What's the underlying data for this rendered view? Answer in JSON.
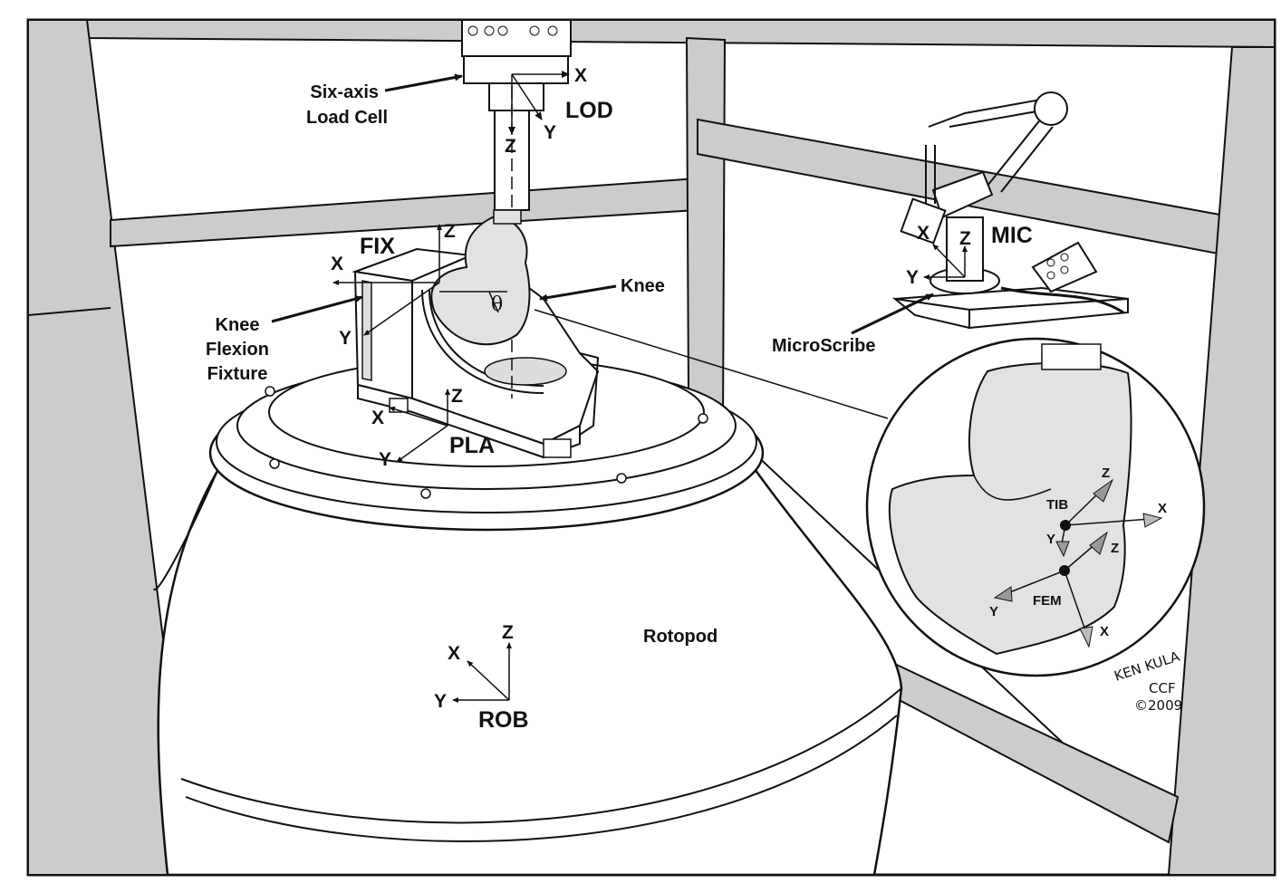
{
  "labels": {
    "load_cell": "Six-axis Load Cell",
    "load_cell_line1": "Six-axis",
    "load_cell_line2": "Load Cell",
    "lod": "LOD",
    "fix": "FIX",
    "knee": "Knee",
    "knee_fixture_line1": "Knee",
    "knee_fixture_line2": "Flexion",
    "knee_fixture_line3": "Fixture",
    "pla": "PLA",
    "rob": "ROB",
    "mic": "MIC",
    "microscribe": "MicroScribe",
    "rotopod": "Rotopod",
    "tib": "TIB",
    "fem": "FEM",
    "theta": "θ"
  },
  "axes": {
    "x": "X",
    "y": "Y",
    "z": "Z"
  },
  "signature": {
    "line1": "KEN KULA",
    "line2": "CCF",
    "line3": "©2009"
  },
  "colors": {
    "line": "#111111",
    "shade": "#e2e2e2",
    "frame": "#c8c8c8",
    "background": "#ffffff"
  }
}
